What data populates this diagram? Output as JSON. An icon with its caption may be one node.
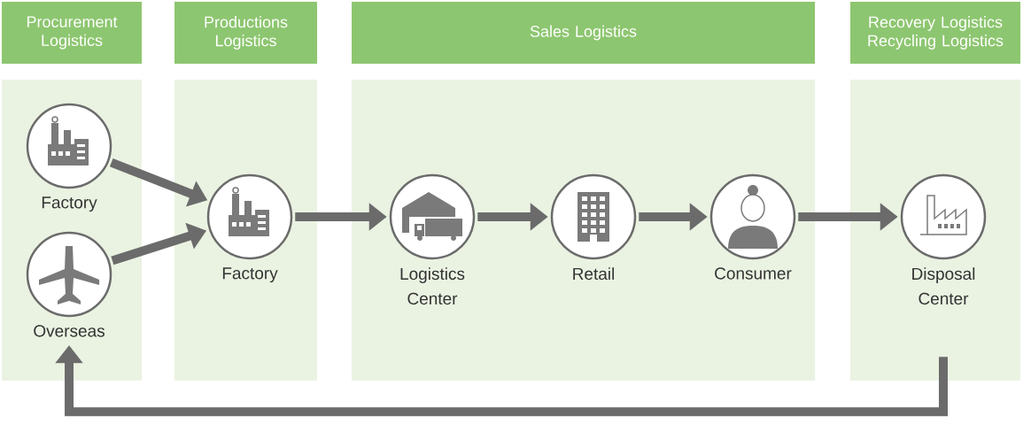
{
  "diagram": {
    "nodes": [
      {
        "text": [
          "Procurement Logistics"
        ]
      },
      {
        "text": [
          "Productions Logistics"
        ]
      },
      {
        "text": [
          "Sales Logistics"
        ]
      },
      {
        "text": [
          "Recovery Logistics Recycling Logistics"
        ]
      },
      {
        "text": [
          "Factory"
        ]
      },
      {
        "text": [
          "Overseas"
        ]
      },
      {
        "text": [
          "Factory"
        ]
      },
      {
        "text": [
          "Logistics Center"
        ]
      },
      {
        "text": [
          "Retail"
        ]
      },
      {
        "text": [
          "Consumer"
        ]
      },
      {
        "text": [
          "Disposal Center"
        ]
      }
    ],
    "edges": [
      {
        "from": 4,
        "to": 6,
        "arrow": "to"
      },
      {
        "from": 5,
        "to": 6,
        "arrow": "to"
      },
      {
        "from": 6,
        "to": 7,
        "arrow": "to"
      },
      {
        "from": 7,
        "to": 8,
        "arrow": "to"
      },
      {
        "from": 8,
        "to": 9,
        "arrow": "to"
      },
      {
        "from": 9,
        "to": 10,
        "arrow": "to"
      },
      {
        "from": 10,
        "to": 5,
        "arrow": "to"
      }
    ]
  }
}
